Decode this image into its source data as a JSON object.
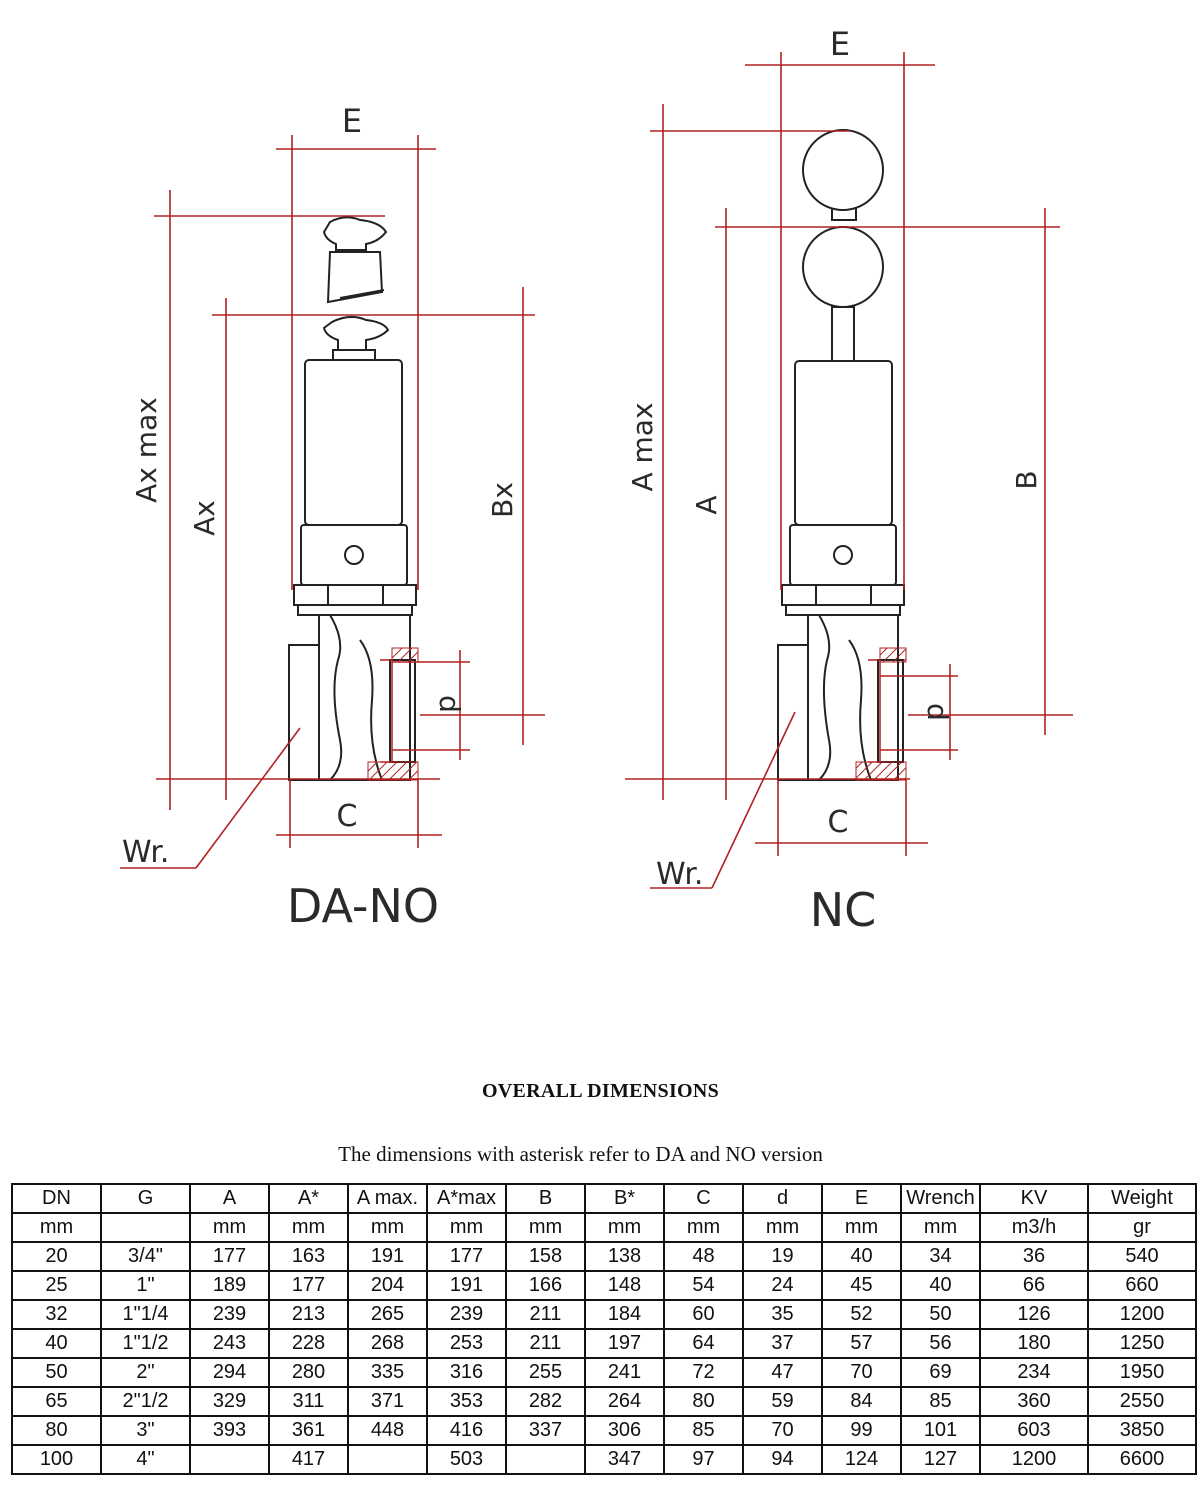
{
  "diagram": {
    "left_label": "DA-NO",
    "right_label": "NC",
    "dims_left": {
      "E": "E",
      "Axmax": "Ax max",
      "Ax": "Ax",
      "Bx": "Bx",
      "d": "d",
      "C": "C",
      "Wr": "Wr."
    },
    "dims_right": {
      "E": "E",
      "Amax": "A max",
      "A": "A",
      "B": "B",
      "d": "d",
      "C": "C",
      "Wr": "Wr."
    },
    "colors": {
      "dimension_line": "#b22020",
      "outline": "#222222",
      "hatch": "#b22020"
    }
  },
  "section_title": "OVERALL DIMENSIONS",
  "subtitle": "The dimensions with asterisk refer to DA and NO version",
  "table": {
    "headers": [
      "DN",
      "G",
      "A",
      "A*",
      "A max.",
      "A*max",
      "B",
      "B*",
      "C",
      "d",
      "E",
      "Wrench",
      "KV",
      "Weight"
    ],
    "units": [
      "mm",
      "",
      "mm",
      "mm",
      "mm",
      "mm",
      "mm",
      "mm",
      "mm",
      "mm",
      "mm",
      "mm",
      "m3/h",
      "gr"
    ],
    "rows": [
      [
        "20",
        "3/4\"",
        "177",
        "163",
        "191",
        "177",
        "158",
        "138",
        "48",
        "19",
        "40",
        "34",
        "36",
        "540"
      ],
      [
        "25",
        "1\"",
        "189",
        "177",
        "204",
        "191",
        "166",
        "148",
        "54",
        "24",
        "45",
        "40",
        "66",
        "660"
      ],
      [
        "32",
        "1\"1/4",
        "239",
        "213",
        "265",
        "239",
        "211",
        "184",
        "60",
        "35",
        "52",
        "50",
        "126",
        "1200"
      ],
      [
        "40",
        "1\"1/2",
        "243",
        "228",
        "268",
        "253",
        "211",
        "197",
        "64",
        "37",
        "57",
        "56",
        "180",
        "1250"
      ],
      [
        "50",
        "2\"",
        "294",
        "280",
        "335",
        "316",
        "255",
        "241",
        "72",
        "47",
        "70",
        "69",
        "234",
        "1950"
      ],
      [
        "65",
        "2\"1/2",
        "329",
        "311",
        "371",
        "353",
        "282",
        "264",
        "80",
        "59",
        "84",
        "85",
        "360",
        "2550"
      ],
      [
        "80",
        "3\"",
        "393",
        "361",
        "448",
        "416",
        "337",
        "306",
        "85",
        "70",
        "99",
        "101",
        "603",
        "3850"
      ],
      [
        "100",
        "4\"",
        "",
        "417",
        "",
        "503",
        "",
        "347",
        "97",
        "94",
        "124",
        "127",
        "1200",
        "6600"
      ]
    ]
  }
}
